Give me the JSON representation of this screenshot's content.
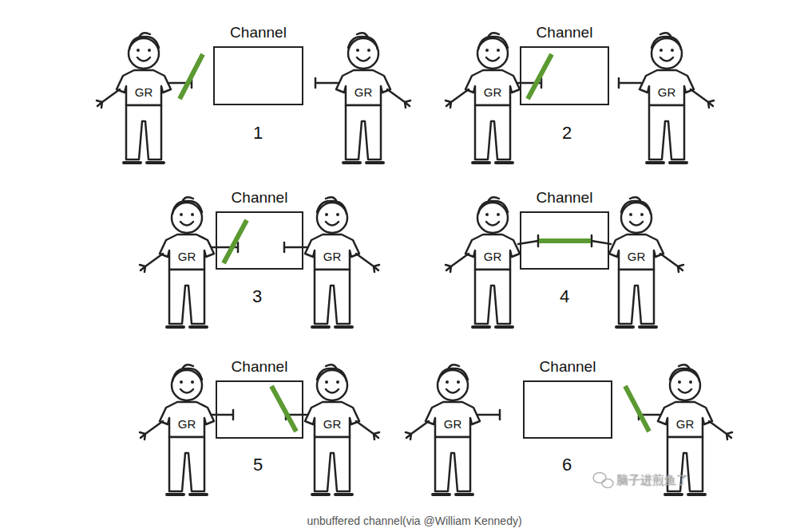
{
  "diagram": {
    "caption": "unbuffered channel(via @William Kennedy)",
    "nodes": [
      {
        "text": [
          "Channel"
        ]
      },
      {
        "text": [
          "Channel"
        ]
      },
      {
        "text": [
          "Channel"
        ]
      },
      {
        "text": [
          "Channel"
        ]
      },
      {
        "text": [
          "Channel"
        ]
      },
      {
        "text": [
          "Channel"
        ]
      }
    ],
    "labels": [
      "GR",
      "GR",
      "1",
      "GR",
      "GR",
      "2",
      "GR",
      "GR",
      "3",
      "GR",
      "GR",
      "4",
      "GR",
      "GR",
      "5",
      "GR",
      "GR",
      "6",
      "脑子进煎鱼了"
    ]
  }
}
